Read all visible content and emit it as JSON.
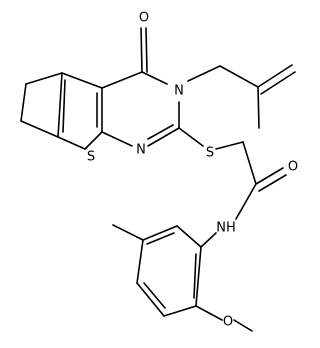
{
  "atoms": [
    {
      "id": "o-carbonyl-top",
      "label": "O"
    },
    {
      "id": "n-ring",
      "label": "N"
    },
    {
      "id": "s-thiophene",
      "label": "S"
    },
    {
      "id": "n-pyrimidine",
      "label": "N"
    },
    {
      "id": "s-thioether",
      "label": "S"
    },
    {
      "id": "o-amide",
      "label": "O"
    },
    {
      "id": "n-amide",
      "label": "NH"
    },
    {
      "id": "o-methoxy",
      "label": "O"
    }
  ],
  "colors": {
    "bond": "#000000",
    "background": "#ffffff"
  }
}
